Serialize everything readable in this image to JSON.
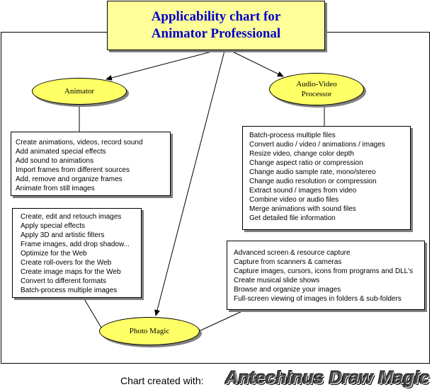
{
  "title": {
    "line1": "Applicability chart for",
    "line2": "Animator Professional"
  },
  "nodes": {
    "animator": {
      "label": "Animator"
    },
    "audio_video": {
      "line1": "Audio-Video",
      "line2": "Processor"
    },
    "photo_magic": {
      "label": "Photo Magic"
    }
  },
  "lists": {
    "animator": [
      "Create animations, videos, record sound",
      "Add animated special effects",
      "Add sound to animations",
      "Import frames from different sources",
      "Add, remove and organize frames",
      "Animate from still images"
    ],
    "audio_video": [
      "Batch-process multiple files",
      "Convert audio / video / animations / images",
      "Resize video, change color depth",
      "Change aspect ratio or compression",
      "Change audio sample rate, mono/stereo",
      "Change audio resolution or compression",
      "Extract sound / images from video",
      "Combine video or audio files",
      "Merge animations with sound files",
      "Get detailed file information"
    ],
    "photo_magic": [
      "Create, edit and retouch images",
      "Apply special effects",
      "Apply 3D and artistic filters",
      "Frame images, add drop shadow...",
      "Optimize for the Web",
      "Create roll-overs for the Web",
      "Create image maps for the Web",
      "Convert to different formats",
      "Batch-process multiple images"
    ],
    "capture": [
      "Advanced screen & resource capture",
      "Capture from scanners & cameras",
      "Capture images, cursors, icons from programs and DLL's",
      "Create musical slide shows",
      "Browse and organize your images",
      "Full-screen viewing of images in folders & sub-folders"
    ]
  },
  "footer": {
    "label": "Chart created with:",
    "brand": "Antechinus Draw Magic"
  }
}
